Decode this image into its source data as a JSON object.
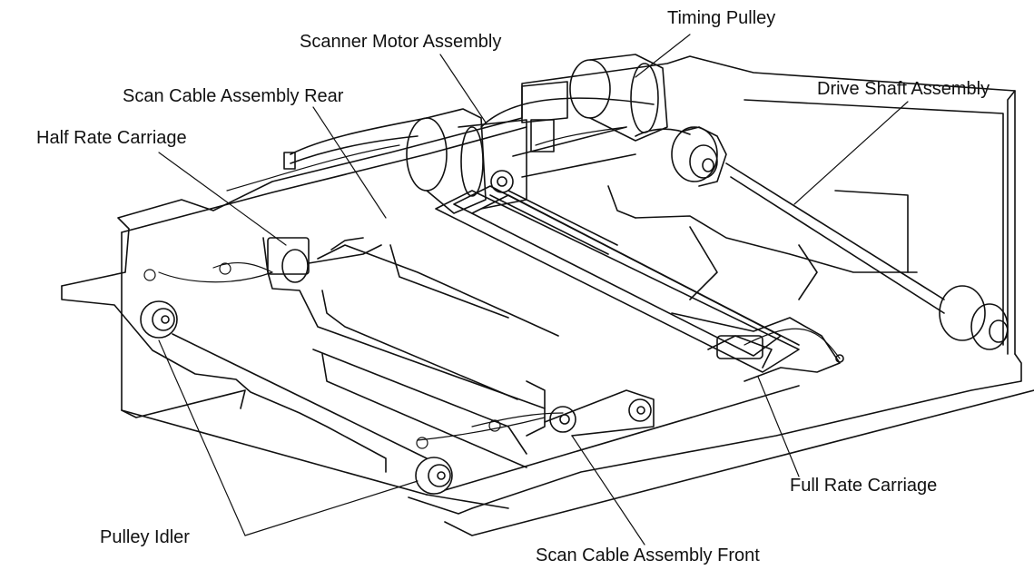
{
  "labels": {
    "timing_pulley": "Timing Pulley",
    "scanner_motor_assembly": "Scanner Motor Assembly",
    "scan_cable_assembly_rear": "Scan Cable Assembly Rear",
    "half_rate_carriage": "Half Rate Carriage",
    "drive_shaft_assembly": "Drive Shaft Assembly",
    "full_rate_carriage": "Full Rate Carriage",
    "pulley_idler": "Pulley Idler",
    "scan_cable_assembly_front": "Scan Cable Assembly Front"
  },
  "colors": {
    "line": "#111111",
    "background": "#ffffff"
  }
}
